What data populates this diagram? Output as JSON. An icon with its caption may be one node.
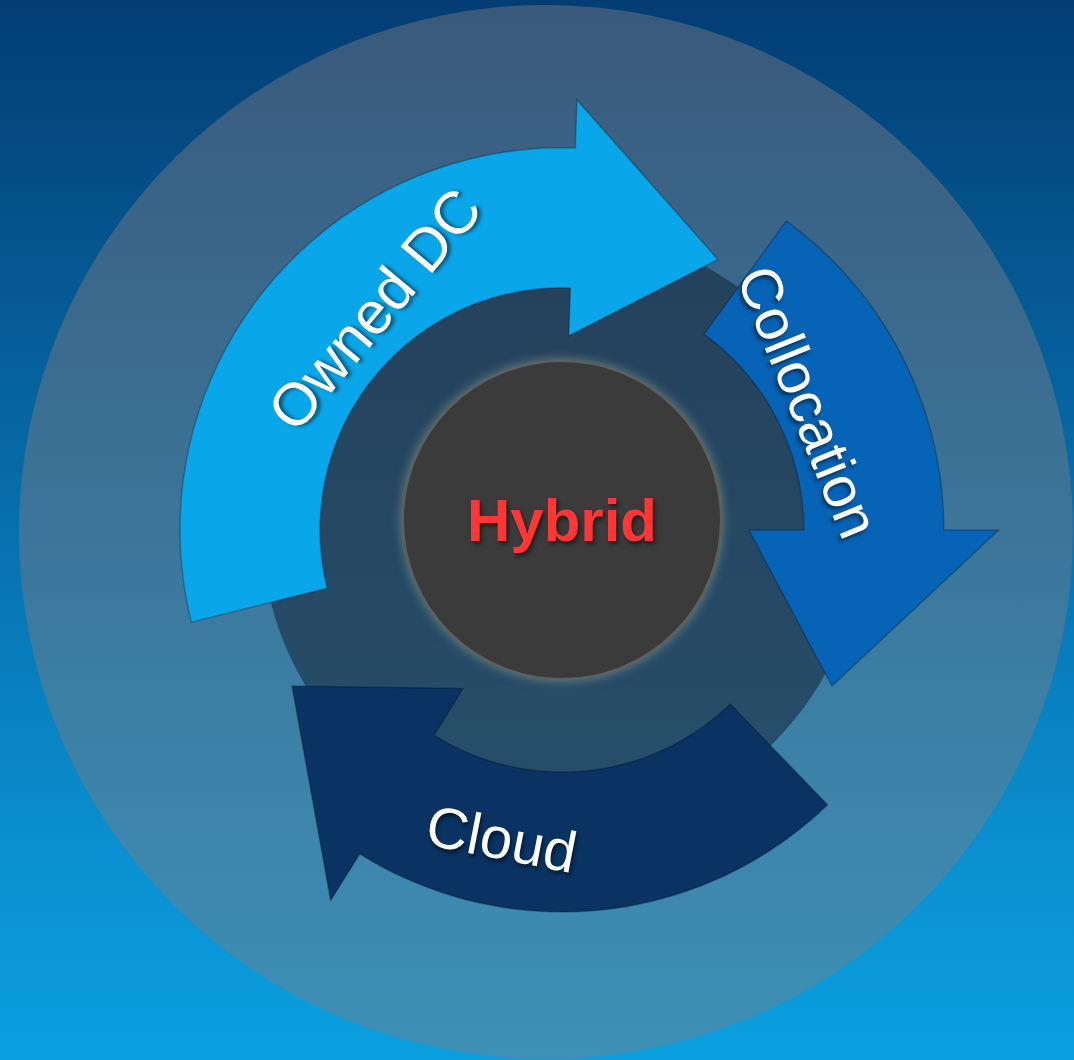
{
  "diagram": {
    "nodes": [
      {
        "text": [
          "Owned DC"
        ]
      },
      {
        "text": [
          "Collocation"
        ]
      },
      {
        "text": [
          "Cloud"
        ]
      },
      {
        "text": [
          "Hybrid"
        ]
      }
    ]
  }
}
